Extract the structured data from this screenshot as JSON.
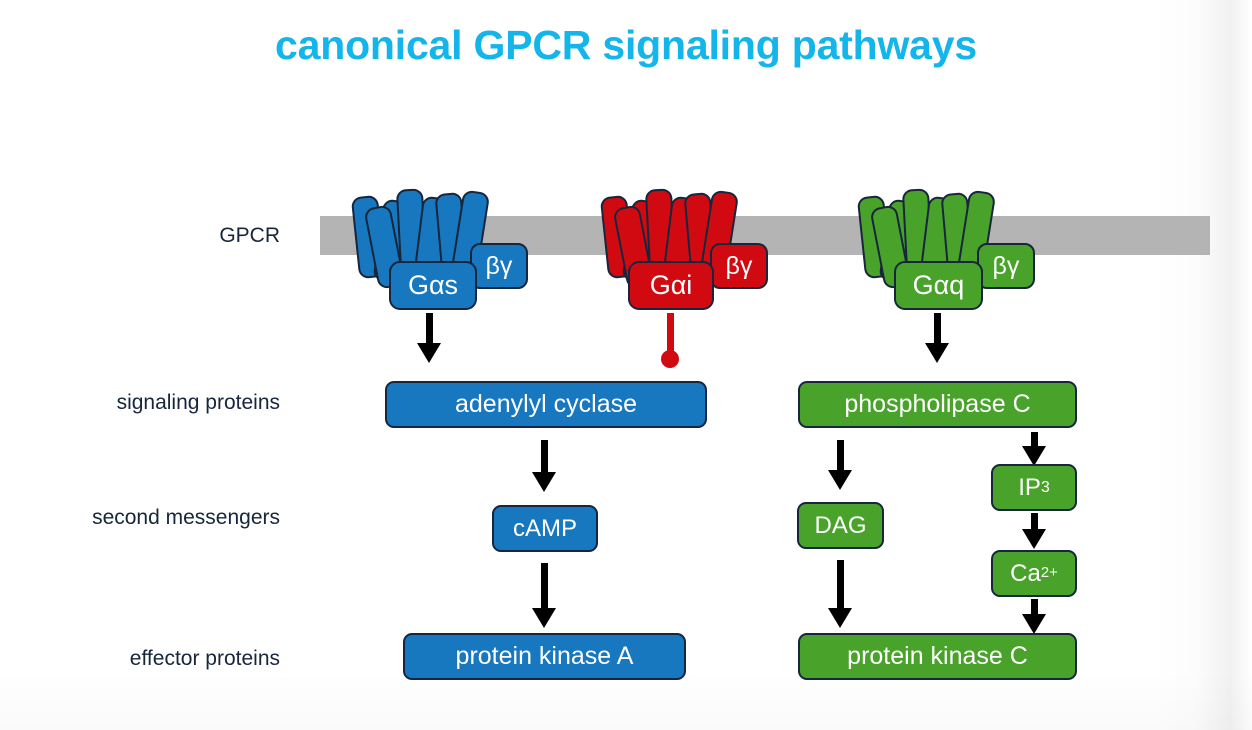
{
  "slide": {
    "title": "canonical GPCR signaling pathways",
    "title_color": "#13b5ea",
    "background": "#ffffff"
  },
  "palette": {
    "blue": "#1777bf",
    "red": "#d10a12",
    "green": "#49a32b",
    "outline": "#17263c",
    "membrane": "#b4b4b4",
    "arrow": "#000000"
  },
  "row_labels": [
    {
      "id": "gpcr",
      "text": "GPCR"
    },
    {
      "id": "signaling-proteins",
      "text": "signaling proteins"
    },
    {
      "id": "second-messengers",
      "text": "second messengers"
    },
    {
      "id": "effector-proteins",
      "text": "effector proteins"
    }
  ],
  "pathways": [
    {
      "id": "gs",
      "color": "blue",
      "g_alpha": "Gαs",
      "bg": "βγ",
      "signaling_protein": "adenylyl cyclase",
      "second_messenger": "cAMP",
      "effector_protein": "protein kinase A",
      "link_type": "activation"
    },
    {
      "id": "gi",
      "color": "red",
      "g_alpha": "Gαi",
      "bg": "βγ",
      "link_type": "inhibition",
      "inhibits": "adenylyl cyclase"
    },
    {
      "id": "gq",
      "color": "green",
      "g_alpha": "Gαq",
      "bg": "βγ",
      "signaling_protein": "phospholipase C",
      "second_messengers": [
        "DAG",
        "IP3",
        "Ca2+"
      ],
      "effector_protein": "protein kinase C",
      "link_type": "activation"
    }
  ],
  "nodes": {
    "g_alpha_s": "Gαs",
    "g_alpha_i": "Gαi",
    "g_alpha_q": "Gαq",
    "beta_gamma_1": "βγ",
    "beta_gamma_2": "βγ",
    "beta_gamma_3": "βγ",
    "adenylyl_cyclase": "adenylyl cyclase",
    "phospholipase_c": "phospholipase C",
    "camp": "cAMP",
    "dag": "DAG",
    "ip3_base": "IP",
    "ip3_sub": "3",
    "ca_base": "Ca",
    "ca_sup": "2+",
    "protein_kinase_a": "protein kinase A",
    "protein_kinase_c": "protein kinase C"
  }
}
